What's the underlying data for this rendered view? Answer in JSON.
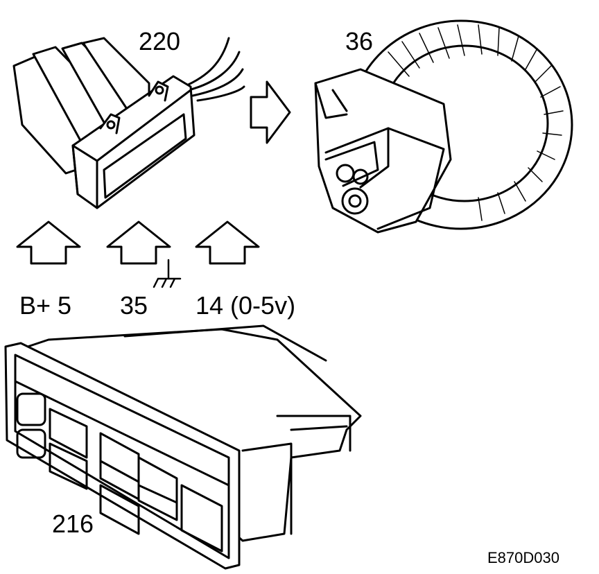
{
  "labels": {
    "resistor": "220",
    "fan_motor": "36",
    "control_panel": "216",
    "pin_b": "B+ 5",
    "pin_ground": "35",
    "pin_signal": "14 (0-5v)"
  },
  "figure_code": "E870D030",
  "icons": {
    "arrow": "hollow-arrow",
    "ground": "chassis-ground-symbol"
  }
}
